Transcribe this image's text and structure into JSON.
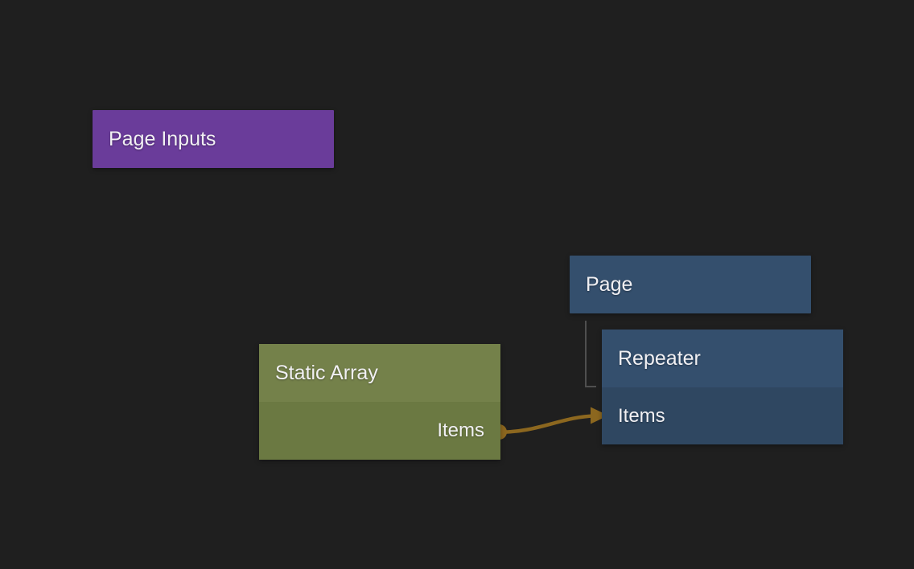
{
  "canvas": {
    "background_color": "#1f1f1f"
  },
  "nodes": {
    "page_inputs": {
      "label": "Page Inputs",
      "color": "#6a3c9a"
    },
    "page": {
      "label": "Page",
      "color": "#344f6d"
    },
    "repeater": {
      "label": "Repeater",
      "header_color": "#344f6d",
      "body_color": "#2f4761",
      "port_label": "Items",
      "port_direction": "input"
    },
    "static_array": {
      "label": "Static Array",
      "header_color": "#74814a",
      "body_color": "#6b7942",
      "port_label": "Items",
      "port_direction": "output"
    }
  },
  "connection": {
    "from_node": "Static Array",
    "from_port": "Items",
    "to_node": "Repeater",
    "to_port": "Items",
    "color": "#8c671f"
  },
  "hierarchy_line": {
    "from_node": "Page",
    "to_node": "Repeater",
    "color": "#4f4f4f"
  }
}
